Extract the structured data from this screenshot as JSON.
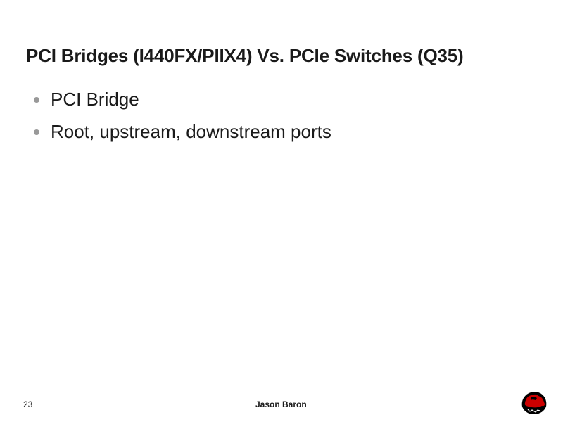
{
  "slide": {
    "title": "PCI Bridges (I440FX/PIIX4) Vs. PCIe Switches (Q35)",
    "bullets": [
      {
        "text": "PCI Bridge"
      },
      {
        "text": "Root, upstream, downstream ports"
      }
    ]
  },
  "footer": {
    "page_number": "23",
    "author": "Jason Baron",
    "logo_icon": "red-hat-shadowman-logo"
  },
  "colors": {
    "text": "#1a1a1a",
    "bullet": "#999999",
    "logo_red": "#cc0000",
    "logo_black": "#000000"
  }
}
